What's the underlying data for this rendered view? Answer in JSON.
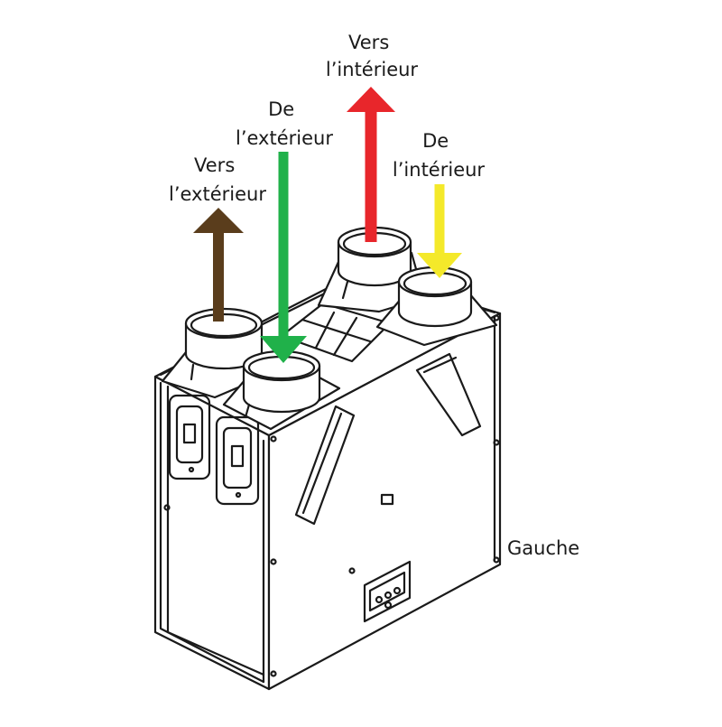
{
  "labels": {
    "to_inside": [
      "Vers",
      "l’intérieur"
    ],
    "from_outside": [
      "De",
      "l’extérieur"
    ],
    "from_inside": [
      "De",
      "l’intérieur"
    ],
    "to_outside": [
      "Vers",
      "l’extérieur"
    ],
    "side": "Gauche"
  },
  "colors": {
    "to_inside": "#e8262b",
    "from_outside": "#20b14a",
    "from_inside": "#f4e92a",
    "to_outside": "#5a3d1c",
    "line": "#1a1a1a"
  }
}
